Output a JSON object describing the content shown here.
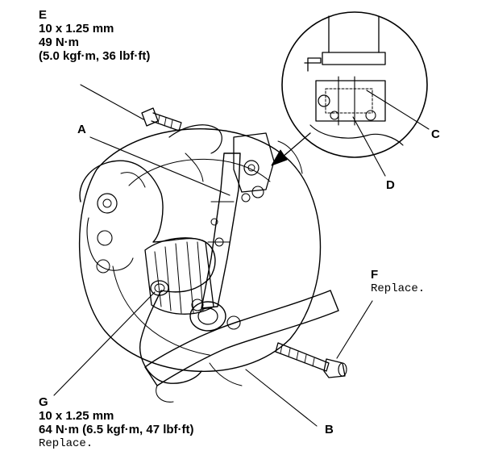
{
  "callouts": {
    "A": {
      "letter": "A"
    },
    "B": {
      "letter": "B"
    },
    "C": {
      "letter": "C"
    },
    "D": {
      "letter": "D"
    },
    "E": {
      "letter": "E",
      "line1": "10 x 1.25 mm",
      "line2": "49 N·m",
      "line3": "(5.0 kgf·m, 36 lbf·ft)"
    },
    "F": {
      "letter": "F",
      "note": "Replace."
    },
    "G": {
      "letter": "G",
      "line1": "10 x 1.25 mm",
      "line2": "64 N·m (6.5 kgf·m, 47 lbf·ft)",
      "note": "Replace."
    }
  },
  "colors": {
    "ink": "#000000",
    "paper": "#ffffff"
  }
}
